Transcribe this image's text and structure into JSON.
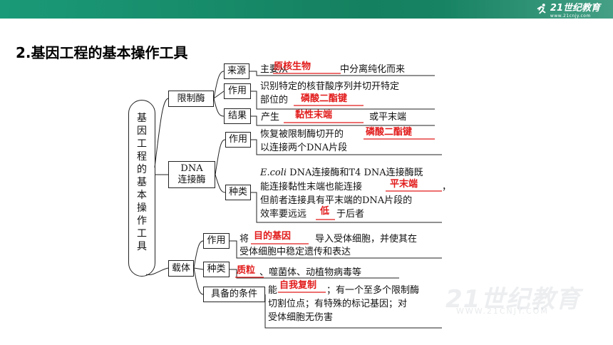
{
  "header": {
    "logo_text": "21世纪教育",
    "logo_sub": "www.21cnjy.com",
    "logo_icon": "running-figure-icon",
    "bar_color": "#1a9a78"
  },
  "title": "2.基因工程的基本操作工具",
  "root": [
    "基",
    "因",
    "工",
    "程",
    "的",
    "基",
    "本",
    "操",
    "作",
    "工",
    "具"
  ],
  "restriction": {
    "label": "限制酶",
    "source": {
      "key": "来源",
      "pre": "主要从",
      "answer": "原核生物",
      "post": "中分离纯化而来"
    },
    "function": {
      "key": "作用",
      "line1": "识别特定的核苷酸序列并切开特定",
      "pre2": "部位的",
      "answer": "磷酸二酯键"
    },
    "result": {
      "key": "结果",
      "pre": "产生",
      "answer": "黏性末端",
      "post": "或平末端"
    }
  },
  "ligase": {
    "label_line1": "DNA",
    "label_line2": "连接酶",
    "function": {
      "key": "作用",
      "pre": "恢复被限制酶切开的",
      "answer": "磷酸二酯键",
      "line2": "以连接两个DNA片段"
    },
    "types": {
      "key": "种类",
      "line1_italic": "E.coli",
      "line1_rest": " DNA连接酶和T4 DNA连接酶既",
      "line2_pre": "能连接黏性末端也能连接",
      "line2_answer": "平末端",
      "line2_post": "，",
      "line3": "但前者连接具有平末端的DNA片段的",
      "line4_pre": "效率要远远",
      "line4_answer": "低",
      "line4_post": "于后者"
    }
  },
  "vector": {
    "label": "载体",
    "function": {
      "key": "作用",
      "pre": "将",
      "answer": "目的基因",
      "post": "导入受体细胞，并使其在",
      "line2": "受体细胞中稳定遗传和表达"
    },
    "types": {
      "key": "种类",
      "answer": "质粒",
      "post": "、噬菌体、动植物病毒等"
    },
    "conditions": {
      "key": "具备的条件",
      "pre": "能",
      "answer": "自我复制",
      "post": "；有一个至多个限制酶",
      "line2": "切割位点；有特殊的标记基因；对",
      "line3": "受体细胞无伤害"
    }
  },
  "watermark": {
    "text": "21世纪教育",
    "sub": "WWW.21CNJY.COM"
  },
  "colors": {
    "answer": "#e21b1b",
    "underline": "#e21b1b",
    "line": "#222222"
  }
}
